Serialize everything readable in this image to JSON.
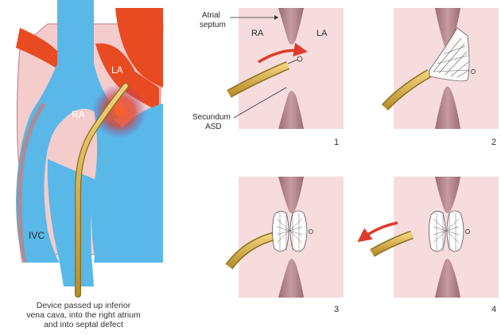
{
  "colors": {
    "caval_blue": "#59b8e8",
    "artery_red": "#e84a22",
    "tissue_pink": "#f4cccc",
    "panel_bg": "#f6dcdc",
    "septum": "#b58b8f",
    "catheter": "#d9b44a",
    "arrow_red": "#e03a2a",
    "device_mesh": "#555555"
  },
  "left_panel": {
    "ra_label": "RA",
    "la_label": "LA",
    "ivc_label": "IVC",
    "caption_lines": [
      "Device passed up inferior",
      "vena cava, into the right atrium",
      "and into septal defect"
    ]
  },
  "panel1": {
    "septum_label_line1": "Atrial",
    "septum_label_line2": "septum",
    "ra_label": "RA",
    "la_label": "LA",
    "asd_label_line1": "Secundum",
    "asd_label_line2": "ASD",
    "number": "1"
  },
  "panel2": {
    "number": "2"
  },
  "panel3": {
    "number": "3"
  },
  "panel4": {
    "number": "4"
  }
}
